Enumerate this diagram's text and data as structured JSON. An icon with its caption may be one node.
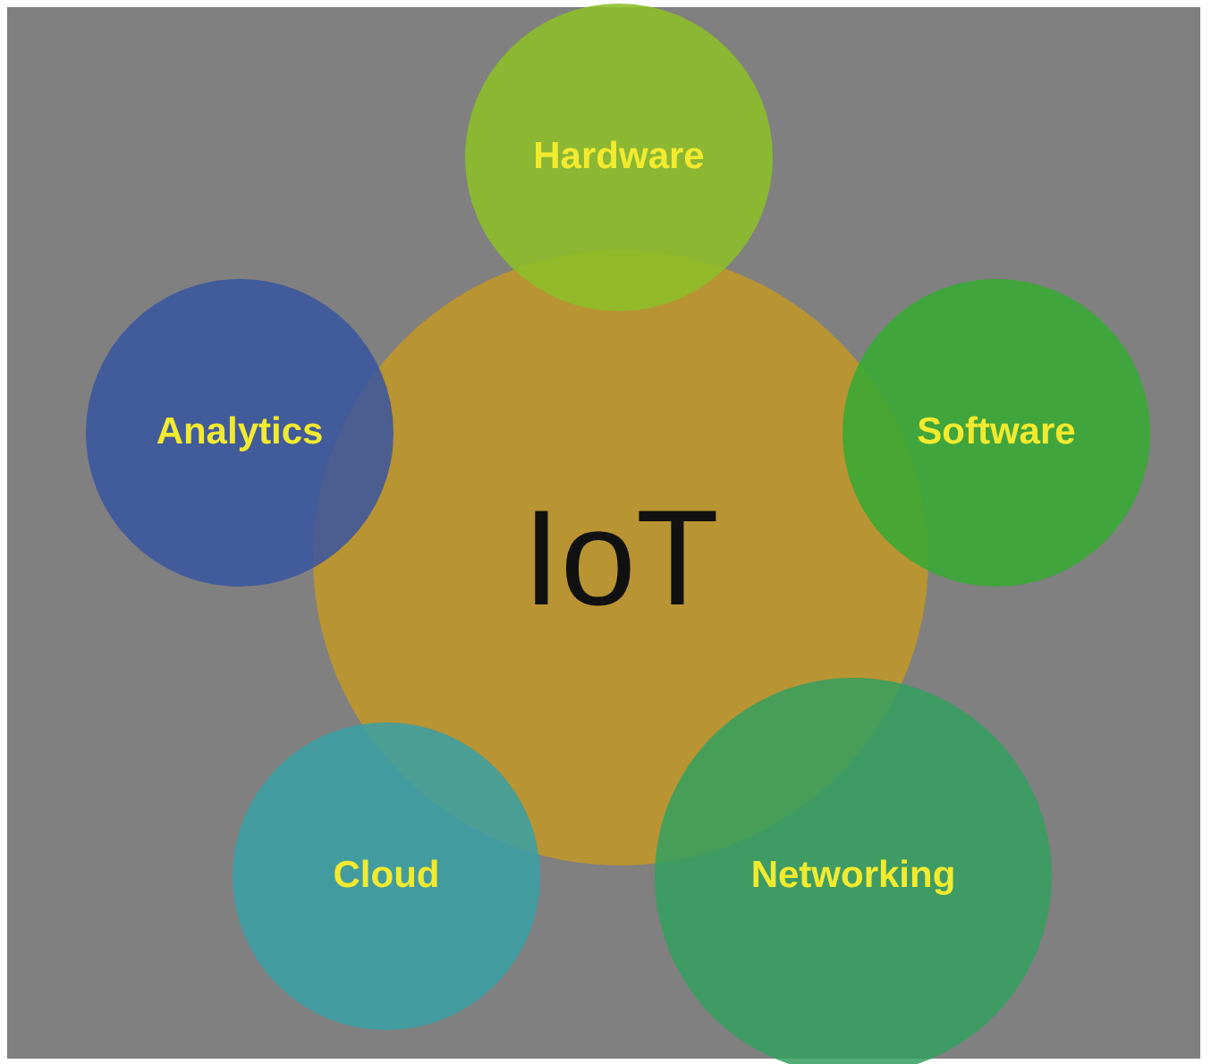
{
  "diagram": {
    "nodes": [
      {
        "text": [
          "Hardware"
        ]
      },
      {
        "text": [
          "Analytics"
        ]
      },
      {
        "text": [
          "Software"
        ]
      },
      {
        "text": [
          "IoT"
        ]
      },
      {
        "text": [
          "Cloud"
        ]
      },
      {
        "text": [
          "Networking"
        ]
      }
    ]
  }
}
